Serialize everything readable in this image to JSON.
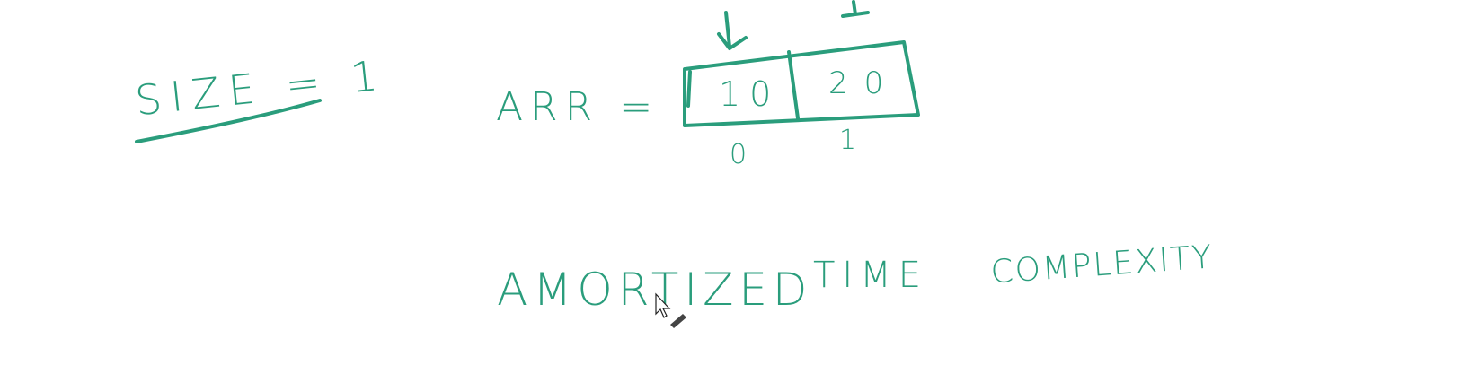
{
  "whiteboard": {
    "ink_color": "#2a9d7c",
    "size_note": "SIZE = 1",
    "array_label": "ARR =",
    "cells": [
      "10",
      "20"
    ],
    "indices": [
      "0",
      "1"
    ],
    "heading": {
      "word1": "AMORTIZED",
      "word2": "TIME",
      "word3": "COMPLEXITY"
    }
  },
  "cursor": {
    "icon": "arrow-cursor-icon",
    "tool": "pen-icon"
  }
}
